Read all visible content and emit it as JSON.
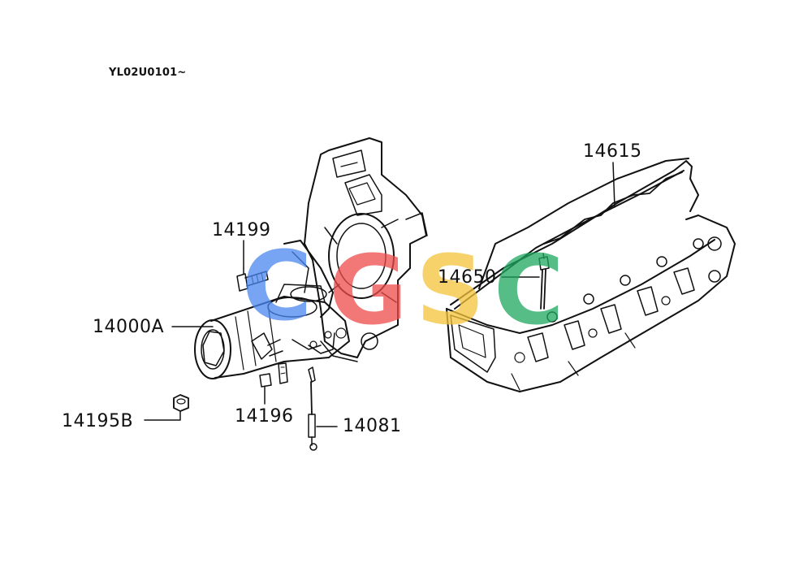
{
  "diagram": {
    "serial_code": "YL02U0101~",
    "part_numbers": {
      "head_cover": "14615",
      "bolt": "14199",
      "glow_plug": "14650",
      "starter": "14000A",
      "nut": "14195B",
      "connector": "14196",
      "cable": "14081"
    },
    "watermark": {
      "letters": [
        "C",
        "G",
        "S",
        "C"
      ],
      "colors": [
        "#4a86f0",
        "#ee4b4b",
        "#f5c43a",
        "#1ea860"
      ]
    }
  }
}
